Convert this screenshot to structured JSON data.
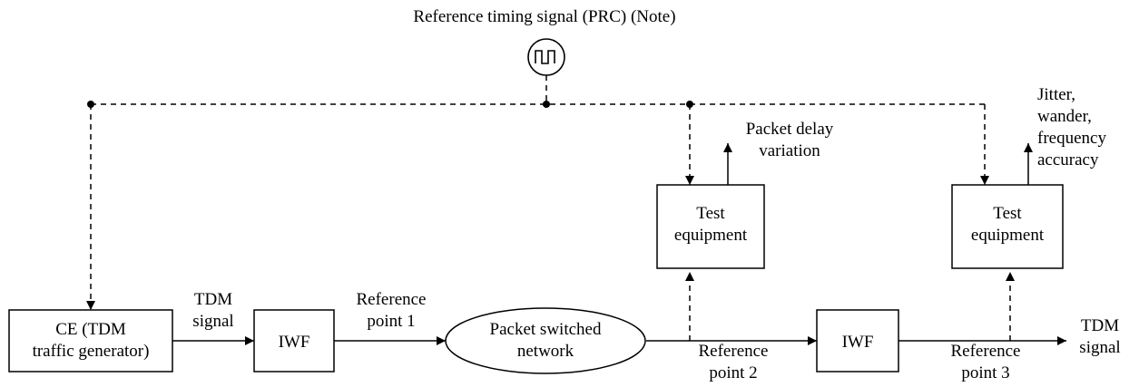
{
  "reference_timing": {
    "label": "Reference timing signal (PRC) (Note)"
  },
  "nodes": {
    "ce": {
      "lines": [
        "CE (TDM",
        "traffic generator)"
      ]
    },
    "iwf_1": {
      "label": "IWF"
    },
    "network": {
      "lines": [
        "Packet switched",
        "network"
      ]
    },
    "iwf_2": {
      "label": "IWF"
    },
    "test_equipment_1": {
      "lines": [
        "Test",
        "equipment"
      ]
    },
    "test_equipment_2": {
      "lines": [
        "Test",
        "equipment"
      ]
    }
  },
  "labels": {
    "tdm_signal_in": [
      "TDM",
      "signal"
    ],
    "reference_point_1": [
      "Reference",
      "point 1"
    ],
    "reference_point_2": [
      "Reference",
      "point 2"
    ],
    "reference_point_3": [
      "Reference",
      "point 3"
    ],
    "tdm_signal_out": [
      "TDM",
      "signal"
    ],
    "packet_delay_variation": [
      "Packet delay",
      "variation"
    ],
    "jitter_wander": [
      "Jitter,",
      "wander,",
      "frequency",
      "accuracy"
    ]
  }
}
